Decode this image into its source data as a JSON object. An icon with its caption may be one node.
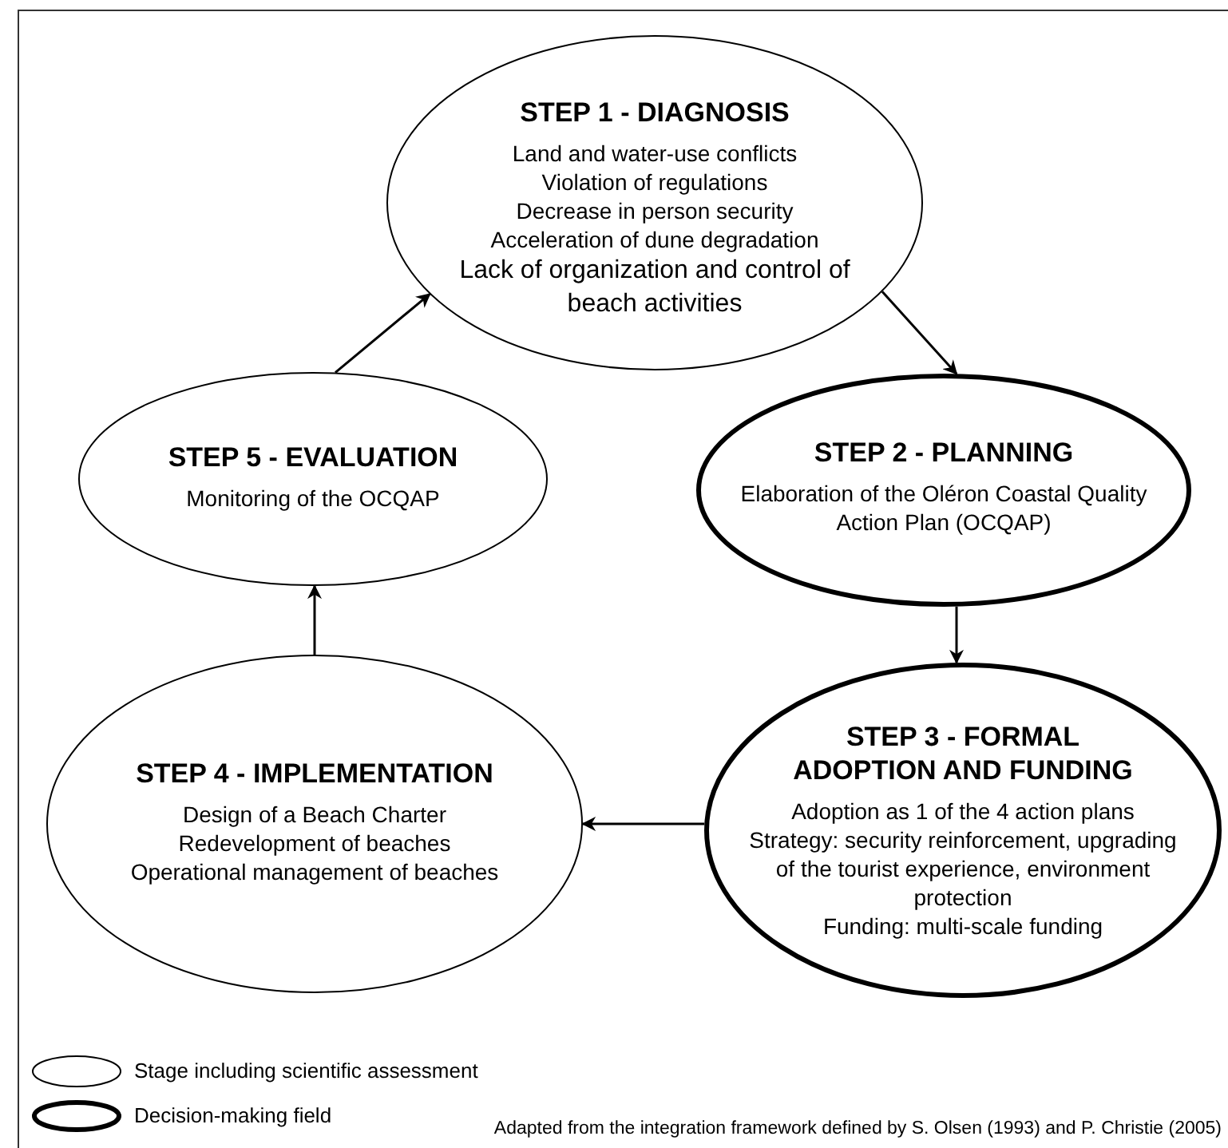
{
  "diagram": {
    "caption": "Adapted from the integration framework defined by S. Olsen (1993) and P. Christie (2005)",
    "nodes": [
      {
        "text": [
          "STEP 1 - DIAGNOSIS",
          "Land and water-use conflicts",
          "Violation of regulations",
          "Decrease in person security",
          "Acceleration of dune degradation",
          "Lack of organization and control of beach activities"
        ]
      },
      {
        "text": [
          "STEP 5 - EVALUATION",
          "Monitoring of the OCQAP"
        ]
      },
      {
        "text": [
          "STEP 2 - PLANNING",
          "Elaboration of the Oléron Coastal Quality Action Plan (OCQAP)"
        ]
      },
      {
        "text": [
          "STEP 4 - IMPLEMENTATION",
          "Design of a Beach Charter",
          "Redevelopment of beaches",
          "Operational management of beaches"
        ]
      },
      {
        "text": [
          "STEP 3 - FORMAL ADOPTION AND FUNDING",
          "Adoption as 1 of the 4 action plans",
          "Strategy: security reinforcement, upgrading of the tourist experience, environment protection",
          "Funding: multi-scale funding"
        ]
      }
    ],
    "edges": [
      {
        "from": 0,
        "to": 2,
        "arrow": "to"
      },
      {
        "from": 2,
        "to": 4,
        "arrow": "to"
      },
      {
        "from": 4,
        "to": 3,
        "arrow": "to"
      },
      {
        "from": 3,
        "to": 1,
        "arrow": "to"
      },
      {
        "from": 1,
        "to": 0,
        "arrow": "to"
      }
    ],
    "legend": [
      {
        "text": "Stage including scientific assessment"
      },
      {
        "text": "Decision-making field"
      }
    ]
  }
}
